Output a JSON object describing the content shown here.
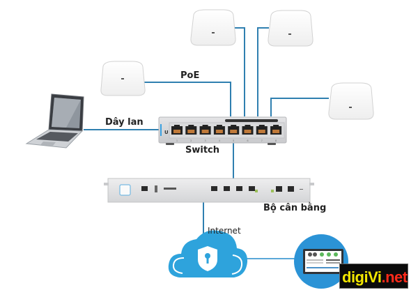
{
  "diagram": {
    "title": "Network diagram: access points, switch, load balancer, internet",
    "labels": {
      "poe": "PoE",
      "lan_cable": "Dây lan",
      "switch": "Switch",
      "load_balancer": "Bộ cân bằng",
      "internet": "Internet"
    },
    "nodes": [
      {
        "id": "ap-1",
        "type": "access-point"
      },
      {
        "id": "ap-2",
        "type": "access-point"
      },
      {
        "id": "ap-3",
        "type": "access-point"
      },
      {
        "id": "ap-4",
        "type": "access-point"
      },
      {
        "id": "laptop",
        "type": "laptop"
      },
      {
        "id": "switch",
        "type": "switch",
        "ports": 8,
        "port_numbers": [
          "1",
          "2",
          "3",
          "4",
          "5",
          "6",
          "7",
          "8"
        ],
        "poe_label": "PoE"
      },
      {
        "id": "load-balancer",
        "type": "router"
      },
      {
        "id": "cloud",
        "type": "internet-cloud",
        "icon": "shield-keyhole"
      },
      {
        "id": "controller",
        "type": "management-dashboard"
      }
    ],
    "edges": [
      {
        "from": "ap-1",
        "to": "switch",
        "label": "PoE"
      },
      {
        "from": "ap-2",
        "to": "switch"
      },
      {
        "from": "ap-3",
        "to": "switch"
      },
      {
        "from": "ap-4",
        "to": "switch"
      },
      {
        "from": "laptop",
        "to": "switch",
        "label": "Dây lan"
      },
      {
        "from": "switch",
        "to": "load-balancer"
      },
      {
        "from": "load-balancer",
        "to": "cloud",
        "label": "Internet"
      },
      {
        "from": "cloud",
        "to": "controller"
      }
    ],
    "colors": {
      "link": "#2f7fb0",
      "cloud": "#2ea3dc",
      "switch_accent": "#3aa0e0"
    }
  },
  "watermark": {
    "part1": "digi",
    "part2": "Vi",
    "part3": ".net"
  }
}
